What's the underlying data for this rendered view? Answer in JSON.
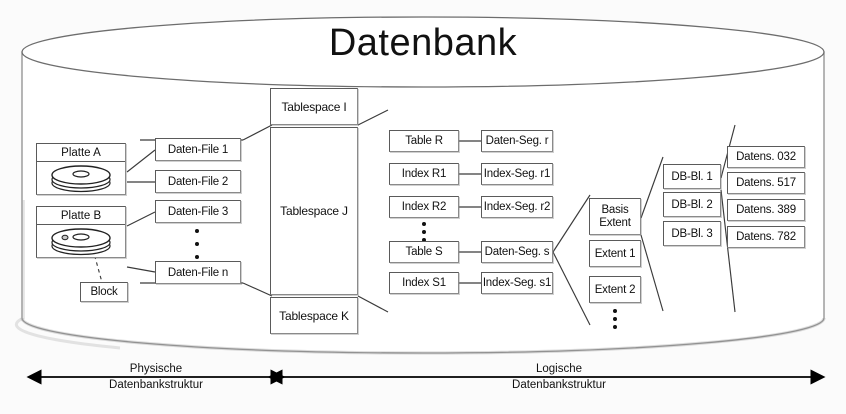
{
  "title": "Datenbank",
  "disks": [
    {
      "label": "Platte A",
      "icon": "disk-stack-icon"
    },
    {
      "label": "Platte B",
      "icon": "disk-stack-icon"
    }
  ],
  "block": {
    "label": "Block"
  },
  "datafiles": [
    "Daten-File 1",
    "Daten-File 2",
    "Daten-File 3",
    "Daten-File n"
  ],
  "tablespaces": [
    "Tablespace I",
    "Tablespace J",
    "Tablespace K"
  ],
  "objects": [
    "Table R",
    "Index R1",
    "Index R2",
    "Table S",
    "Index S1"
  ],
  "segments": [
    "Daten-Seg. r",
    "Index-Seg. r1",
    "Index-Seg. r2",
    "Daten-Seg. s",
    "Index-Seg. s1"
  ],
  "extents": [
    "Basis Extent",
    "Extent 1",
    "Extent 2"
  ],
  "extent_basis_lines": [
    "Basis",
    "Extent"
  ],
  "blocks": [
    "DB-Bl. 1",
    "DB-Bl. 2",
    "DB-Bl. 3"
  ],
  "records": [
    "Datens. 032",
    "Datens. 517",
    "Datens. 389",
    "Datens. 782"
  ],
  "captions": [
    {
      "line1": "Physische",
      "line2": "Datenbankstruktur"
    },
    {
      "line1": "Logische",
      "line2": "Datenbankstruktur"
    }
  ],
  "colors": {
    "stroke": "#5a5a5a",
    "text": "#111111",
    "background": "#fbfbfb",
    "arrow": "#000000"
  }
}
